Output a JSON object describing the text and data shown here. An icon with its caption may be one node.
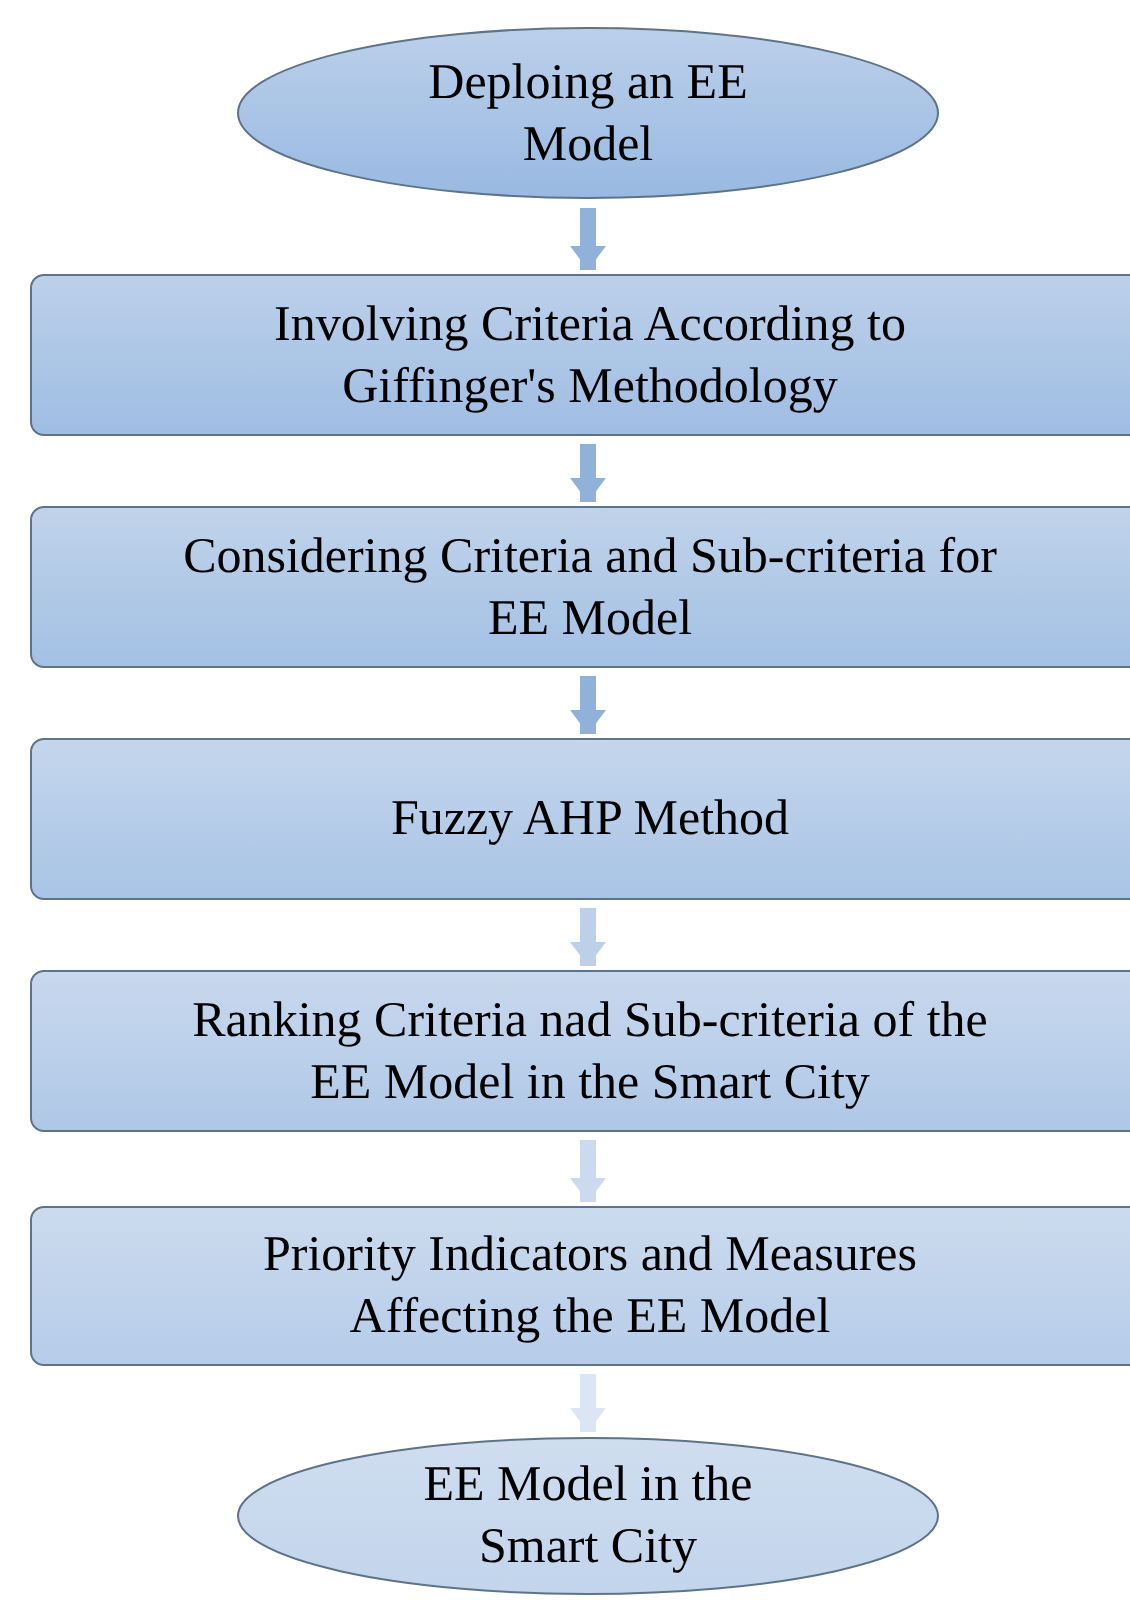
{
  "diagram": {
    "nodes": [
      {
        "text": [
          "Deploing an EE Model"
        ]
      },
      {
        "text": [
          "Involving Criteria According to Giffinger's Methodology"
        ]
      },
      {
        "text": [
          "Considering Criteria and Sub-criteria for EE Model"
        ]
      },
      {
        "text": [
          "Fuzzy AHP Method"
        ]
      },
      {
        "text": [
          "Ranking Criteria nad Sub-criteria of the EE Model in the Smart City"
        ]
      },
      {
        "text": [
          "Priority Indicators and Measures Affecting the EE Model"
        ]
      },
      {
        "text": [
          "EE Model in the Smart City"
        ]
      }
    ],
    "edges": [
      {
        "from": 0,
        "to": 1,
        "arrow": "to"
      },
      {
        "from": 1,
        "to": 2,
        "arrow": "to"
      },
      {
        "from": 2,
        "to": 3,
        "arrow": "to"
      },
      {
        "from": 3,
        "to": 4,
        "arrow": "to",
        "color": "#bcd0ea"
      },
      {
        "from": 4,
        "to": 5,
        "arrow": "to",
        "color": "#cbdaee"
      },
      {
        "from": 5,
        "to": 6,
        "arrow": "to",
        "color": "#dbe6f4"
      }
    ]
  }
}
